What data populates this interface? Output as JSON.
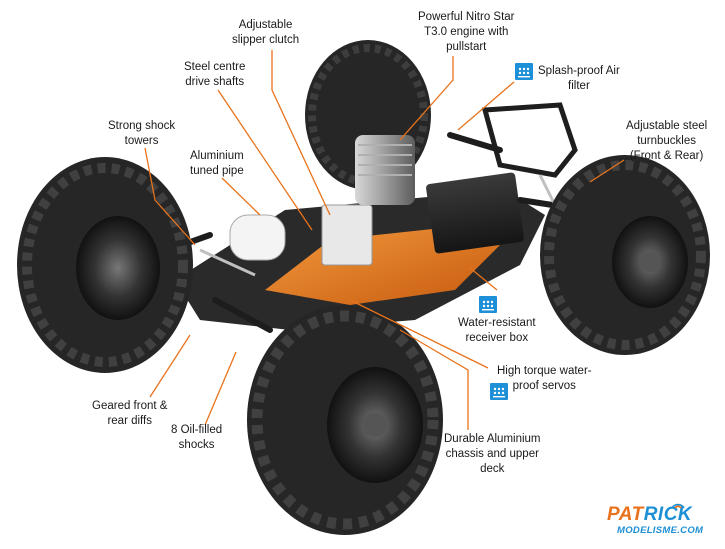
{
  "callouts": {
    "slipper_clutch": [
      "Adjustable",
      "slipper clutch"
    ],
    "nitro_engine": [
      "Powerful Nitro Star",
      "T3.0 engine with",
      "pullstart"
    ],
    "drive_shafts": [
      "Steel centre",
      "drive shafts"
    ],
    "air_filter": [
      "Splash-proof Air",
      "filter"
    ],
    "shock_towers": [
      "Strong shock",
      "towers"
    ],
    "turnbuckles": [
      "Adjustable steel",
      "turnbuckles",
      "(Front & Rear)"
    ],
    "tuned_pipe": [
      "Aluminium",
      "tuned pipe"
    ],
    "receiver_box": [
      "Water-resistant",
      "receiver box"
    ],
    "servos": [
      "High torque water-",
      "proof servos"
    ],
    "diffs": [
      "Geared front &",
      "rear diffs"
    ],
    "shocks": [
      "8 Oil-filled",
      "shocks"
    ],
    "chassis": [
      "Durable Aluminium",
      "chassis and upper",
      "deck"
    ]
  },
  "logo": {
    "name_part1": "PAT",
    "name_part2": "RICK",
    "site": "MODELISME.COM"
  },
  "colors": {
    "leader_line": "#e8731c",
    "badge": "#1e90d8",
    "anodized_orange": "#e8731c",
    "tire": "#2b2b2b",
    "logo_orange": "#e8731c",
    "logo_blue": "#1d8fd5"
  },
  "icons": [
    "waterproof-badge-icon",
    "patrick-logo-signal-icon"
  ]
}
